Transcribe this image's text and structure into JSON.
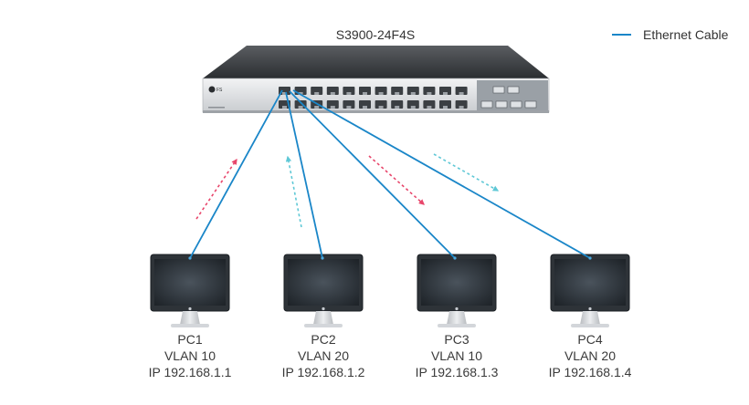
{
  "switch": {
    "model": "S3900-24F4S",
    "brand_mark": "FS"
  },
  "legend": {
    "label": "Ethernet Cable"
  },
  "pcs": [
    {
      "name": "PC1",
      "vlan": "VLAN 10",
      "ip": "IP 192.168.1.1"
    },
    {
      "name": "PC2",
      "vlan": "VLAN 20",
      "ip": "IP 192.168.1.2"
    },
    {
      "name": "PC3",
      "vlan": "VLAN 10",
      "ip": "IP 192.168.1.3"
    },
    {
      "name": "PC4",
      "vlan": "VLAN 20",
      "ip": "IP 192.168.1.4"
    }
  ],
  "colors": {
    "cable": "#1a86c8",
    "arrow_vlan10": "#e8466b",
    "arrow_vlan20": "#5fc8d6",
    "switch_body": "#2f3336",
    "screen": "#2b3137"
  }
}
